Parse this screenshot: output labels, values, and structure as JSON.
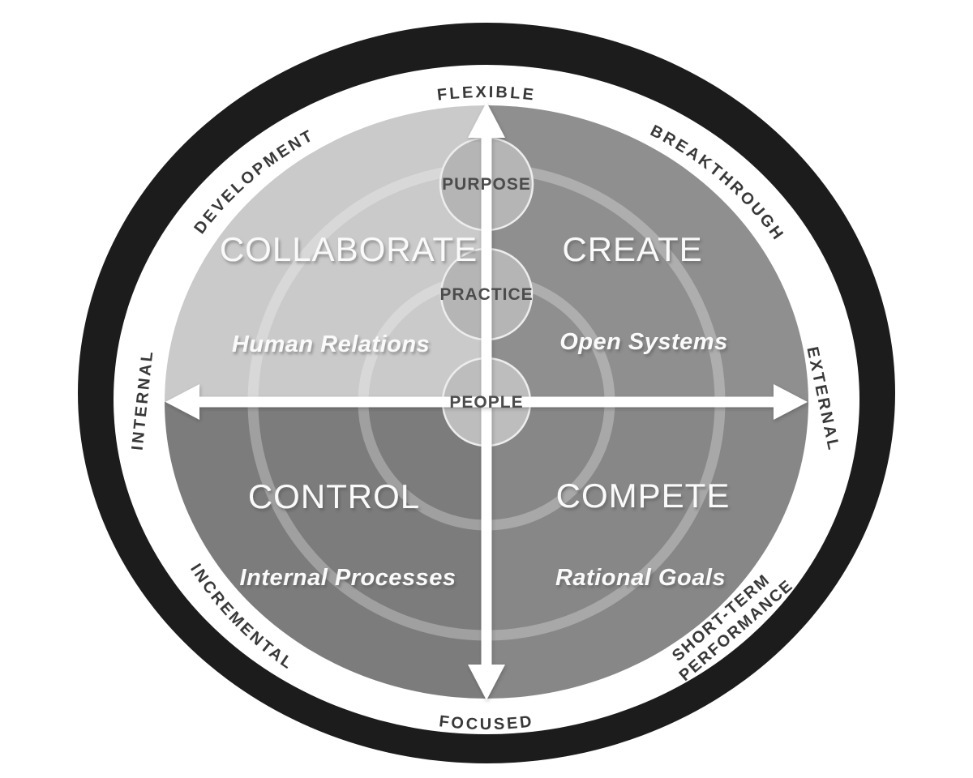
{
  "rim": {
    "top": "FLEXIBLE",
    "top_left": "DEVELOPMENT",
    "top_right": "BREAKTHROUGH",
    "left": "INTERNAL",
    "right": "EXTERNAL",
    "bottom_left": "INCREMENTAL",
    "bottom": "FOCUSED",
    "bottom_right": {
      "line1": "SHORT-TERM",
      "line2": "PERFORMANCE"
    }
  },
  "quadrants": {
    "top_left": {
      "name": "COLLABORATE",
      "theory": "Human Relations",
      "color": "#cacaca"
    },
    "top_right": {
      "name": "CREATE",
      "theory": "Open Systems",
      "color": "#8f8f8f"
    },
    "bottom_left": {
      "name": "CONTROL",
      "theory": "Internal Processes",
      "color": "#7c7c7c"
    },
    "bottom_right": {
      "name": "COMPETE",
      "theory": "Rational Goals",
      "color": "#878787"
    }
  },
  "center_circles": [
    {
      "label": "PURPOSE",
      "fill": "#b5b5b5"
    },
    {
      "label": "PRACTICE",
      "fill": "#b5b5b5"
    },
    {
      "label": "PEOPLE",
      "fill": "#bdbdbd"
    }
  ],
  "colors": {
    "outer_ring": "#1c1c1c",
    "rim_band": "#ffffff",
    "rim_text": "#383838",
    "axis_arrow": "#ffffff",
    "ripple_ring": "rgba(255,255,255,0.28)",
    "circle_stroke": "#ededed",
    "quadrant_label": "#fafafa",
    "circle_label": "#4c4c4c"
  }
}
